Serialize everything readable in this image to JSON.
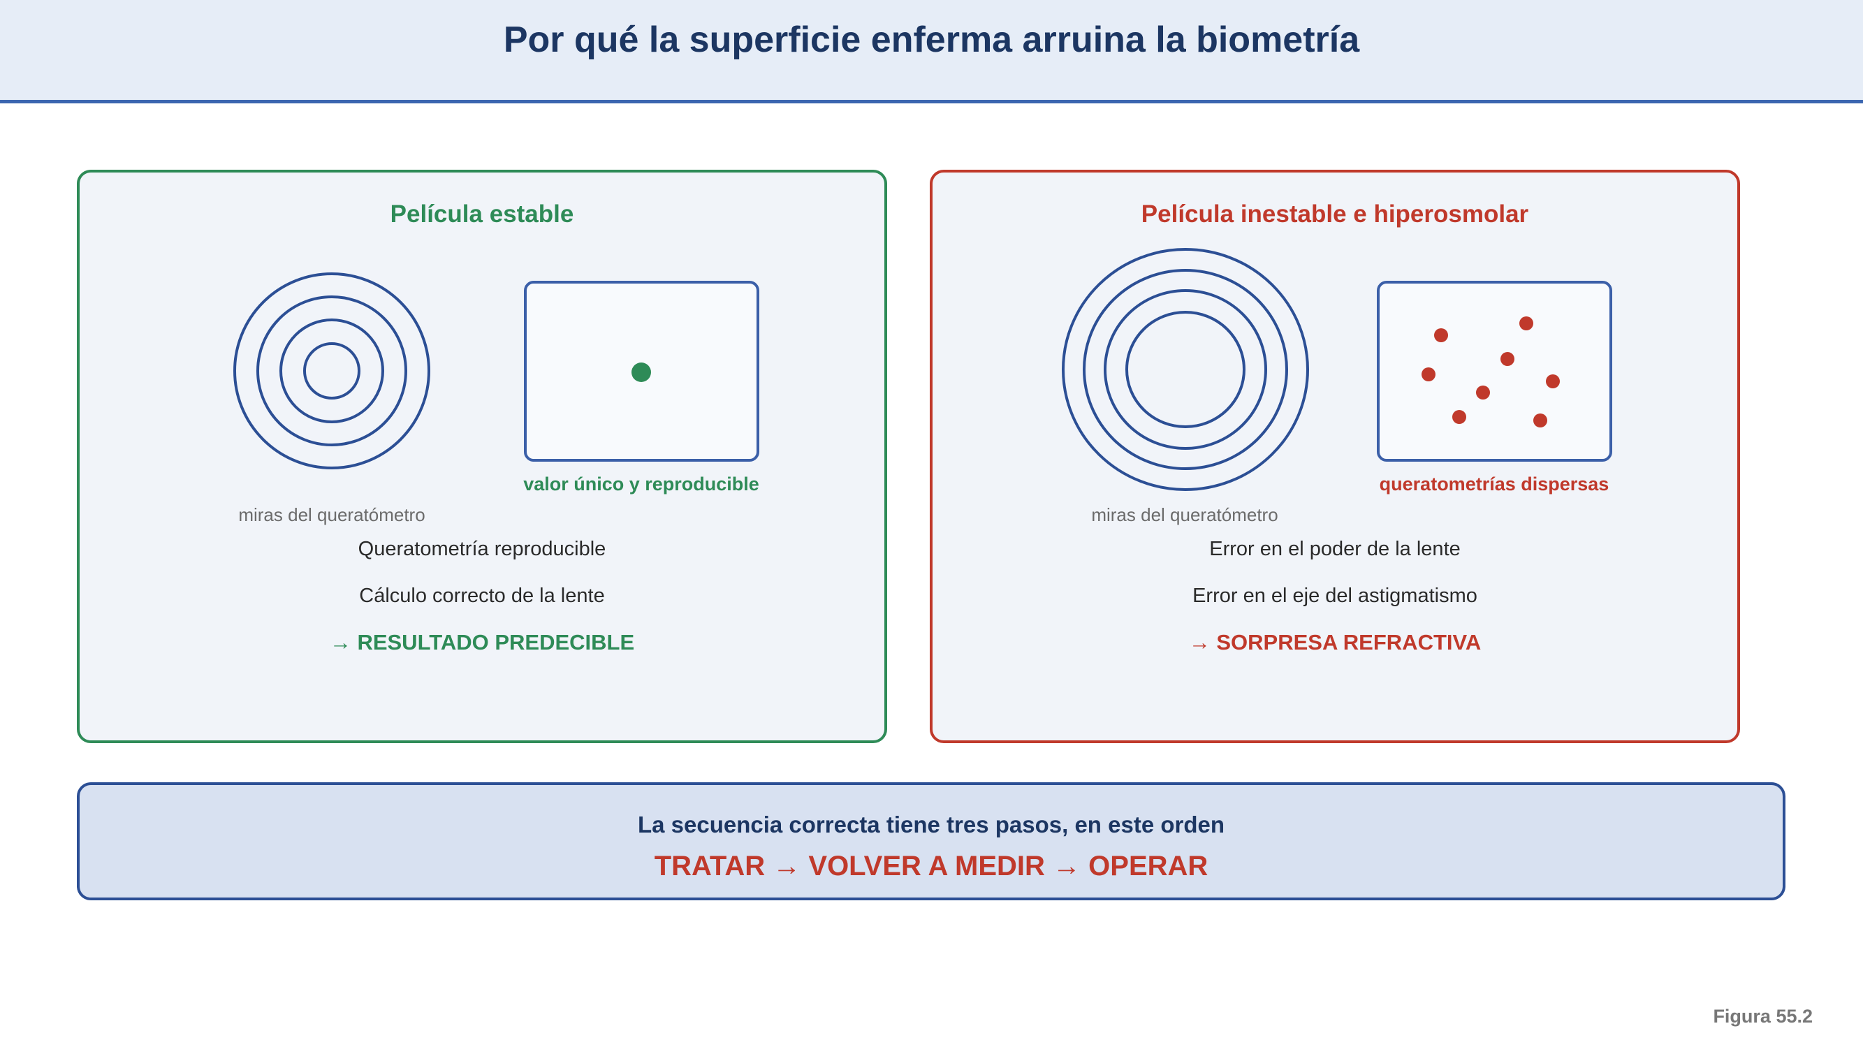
{
  "header": {
    "title": "Por qué la superficie enferma arruina la biometría"
  },
  "panels": {
    "stable": {
      "title": "Película estable",
      "rings_caption": "miras del queratómetro",
      "box_caption": "valor único y reproducible",
      "lines": [
        "Queratometría reproducible",
        "Cálculo correcto de la lente"
      ],
      "result": "→ RESULTADO PREDECIBLE",
      "color": "#2e8b57"
    },
    "unstable": {
      "title": "Película inestable e hiperosmolar",
      "rings_caption": "miras del queratómetro",
      "box_caption": "queratometrías dispersas",
      "lines": [
        "Error en el poder de la lente",
        "Error en el eje del astigmatismo"
      ],
      "result": "→ SORPRESA REFRACTIVA",
      "color": "#c0392b"
    }
  },
  "sequence": {
    "intro": "La secuencia correcta tiene tres pasos, en este orden",
    "steps": "TRATAR → VOLVER A MEDIR → OPERAR"
  },
  "figure_label": "Figura 55.2"
}
